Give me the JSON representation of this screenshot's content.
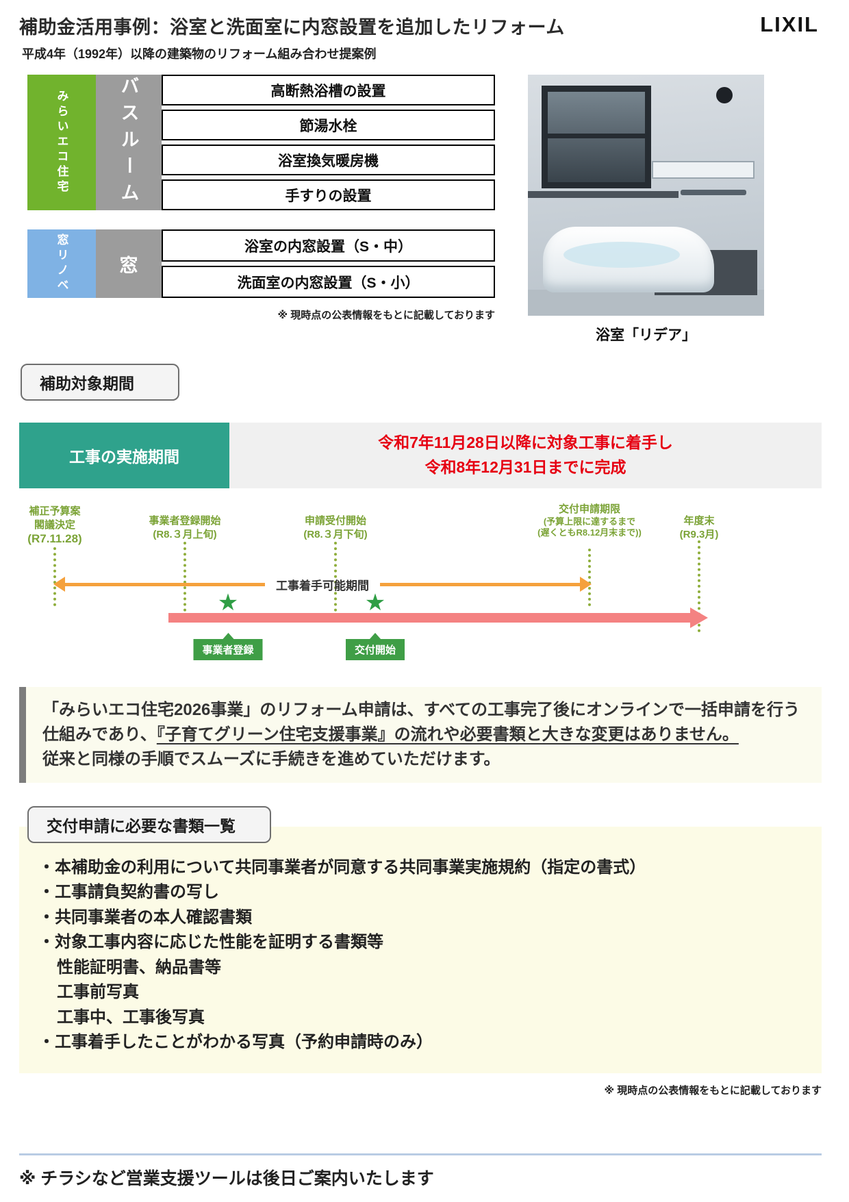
{
  "colors": {
    "eco_green": "#71b32d",
    "group_gray": "#9c9c9c",
    "window_blue": "#7fb2e4",
    "period_teal": "#2fa28c",
    "alert_red": "#e60012",
    "timeline_green": "#7ba336",
    "arrow_orange": "#f5a13c",
    "arrow_pink": "#f48282",
    "star_green": "#2f9e45"
  },
  "header": {
    "title": "補助金活用事例：浴室と洗面室に内窓設置を追加したリフォーム",
    "logo": "LIXIL",
    "subtitle": "平成4年（1992年）以降の建築物のリフォーム組み合わせ提案例"
  },
  "program_tables": {
    "eco": {
      "category": "みらいエコ住宅",
      "group": "バスルーム",
      "rows": [
        "高断熱浴槽の設置",
        "節湯水栓",
        "浴室換気暖房機",
        "手すりの設置"
      ]
    },
    "window": {
      "category": "窓リノベ",
      "group": "窓",
      "rows": [
        "浴室の内窓設置（S・中）",
        "洗面室の内窓設置（S・小）"
      ]
    },
    "note": "※ 現時点の公表情報をもとに記載しております"
  },
  "photo": {
    "caption": "浴室「リデア」"
  },
  "period": {
    "heading": "補助対象期間",
    "label": "工事の実施期間",
    "line1": "令和7年11月28日以降に対象工事に着手し",
    "line2": "令和8年12月31日までに完成"
  },
  "timeline": {
    "milestones": [
      {
        "lines": [
          "補正予算案",
          "閣議決定",
          "(R7.11.28)"
        ]
      },
      {
        "lines": [
          "事業者登録開始",
          "(R8.３月上旬)"
        ]
      },
      {
        "lines": [
          "申請受付開始",
          "(R8.３月下旬)"
        ]
      },
      {
        "lines": [
          "交付申請期限",
          "(予算上限に達するまで",
          "(遅くともR8.12月末まで))"
        ]
      },
      {
        "lines": [
          "年度末",
          "(R9.3月)"
        ]
      }
    ],
    "arrow_label": "工事着手可能期間",
    "stars": [
      "事業者登録",
      "交付開始"
    ]
  },
  "notice": {
    "text1": "「みらいエコ住宅2026事業」のリフォーム申請は、すべての工事完了後にオンラインで一括申請を行う仕組みであり、",
    "underlined": "『子育てグリーン住宅支援事業』の流れや必要書類と大きな変更はありません。",
    "text2": "従来と同様の手順でスムーズに手続きを進めていただけます。"
  },
  "documents": {
    "heading": "交付申請に必要な書類一覧",
    "items": [
      {
        "text": "・本補助金の利用について共同事業者が同意する共同事業実施規約（指定の書式）",
        "indent": false
      },
      {
        "text": "・工事請負契約書の写し",
        "indent": false
      },
      {
        "text": "・共同事業者の本人確認書類",
        "indent": false
      },
      {
        "text": "・対象工事内容に応じた性能を証明する書類等",
        "indent": false
      },
      {
        "text": "性能証明書、納品書等",
        "indent": true
      },
      {
        "text": "工事前写真",
        "indent": true
      },
      {
        "text": "工事中、工事後写真",
        "indent": true
      },
      {
        "text": "・工事着手したことがわかる写真（予約申請時のみ）",
        "indent": false
      }
    ],
    "note": "※ 現時点の公表情報をもとに記載しております"
  },
  "footer": {
    "text": "※ チラシなど営業支援ツールは後日ご案内いたします"
  }
}
